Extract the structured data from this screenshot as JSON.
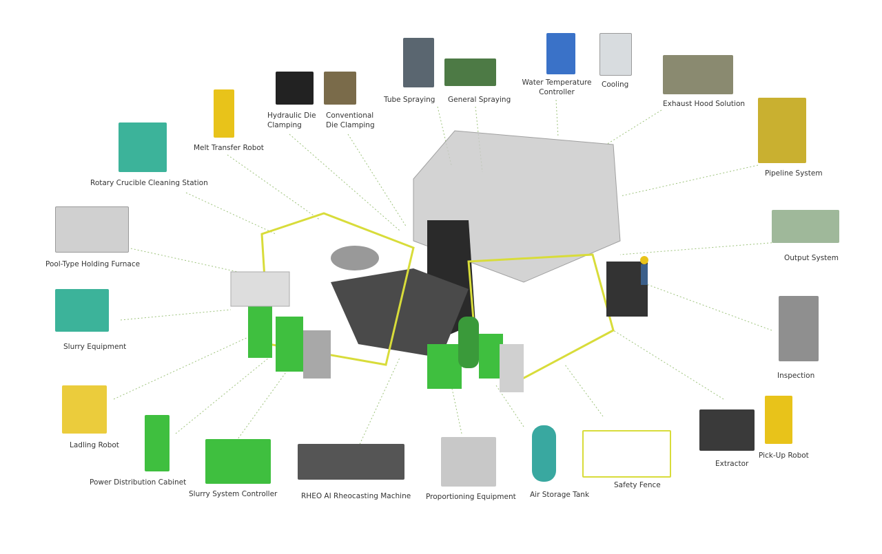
{
  "labels": {
    "rotary_crucible": "Rotary Crucible Cleaning Station",
    "melt_transfer_robot": "Melt Transfer Robot",
    "hydraulic_die_1": "Hydraulic Die",
    "hydraulic_die_2": "Clamping",
    "conventional_die_1": "Conventional",
    "conventional_die_2": "Die Clamping",
    "tube_spraying": "Tube Spraying",
    "general_spraying": "General Spraying",
    "water_temp_1": "Water Temperature",
    "water_temp_2": "Controller",
    "cooling": "Cooling",
    "exhaust_hood": "Exhaust Hood Solution",
    "pipeline": "Pipeline System",
    "output_system": "Output System",
    "inspection": "Inspection",
    "pickup_robot": "Pick-Up Robot",
    "extractor": "Extractor",
    "safety_fence": "Safety Fence",
    "air_tank": "Air Storage Tank",
    "proportioning": "Proportioning Equipment",
    "rheocasting": "RHEO AI Rheocasting Machine",
    "slurry_controller": "Slurry System Controller",
    "power_cabinet": "Power Distribution Cabinet",
    "ladling_robot": "Ladling Robot",
    "slurry_equipment": "Slurry Equipment",
    "holding_furnace": "Pool-Type Holding Furnace"
  },
  "colors": {
    "equipment_green": "#3fbf3f",
    "robot_yellow": "#e8c31a",
    "fence_yellow": "#d8dc3a",
    "machine_gray": "#9a9a9a",
    "leader": "#8bbf6a"
  }
}
